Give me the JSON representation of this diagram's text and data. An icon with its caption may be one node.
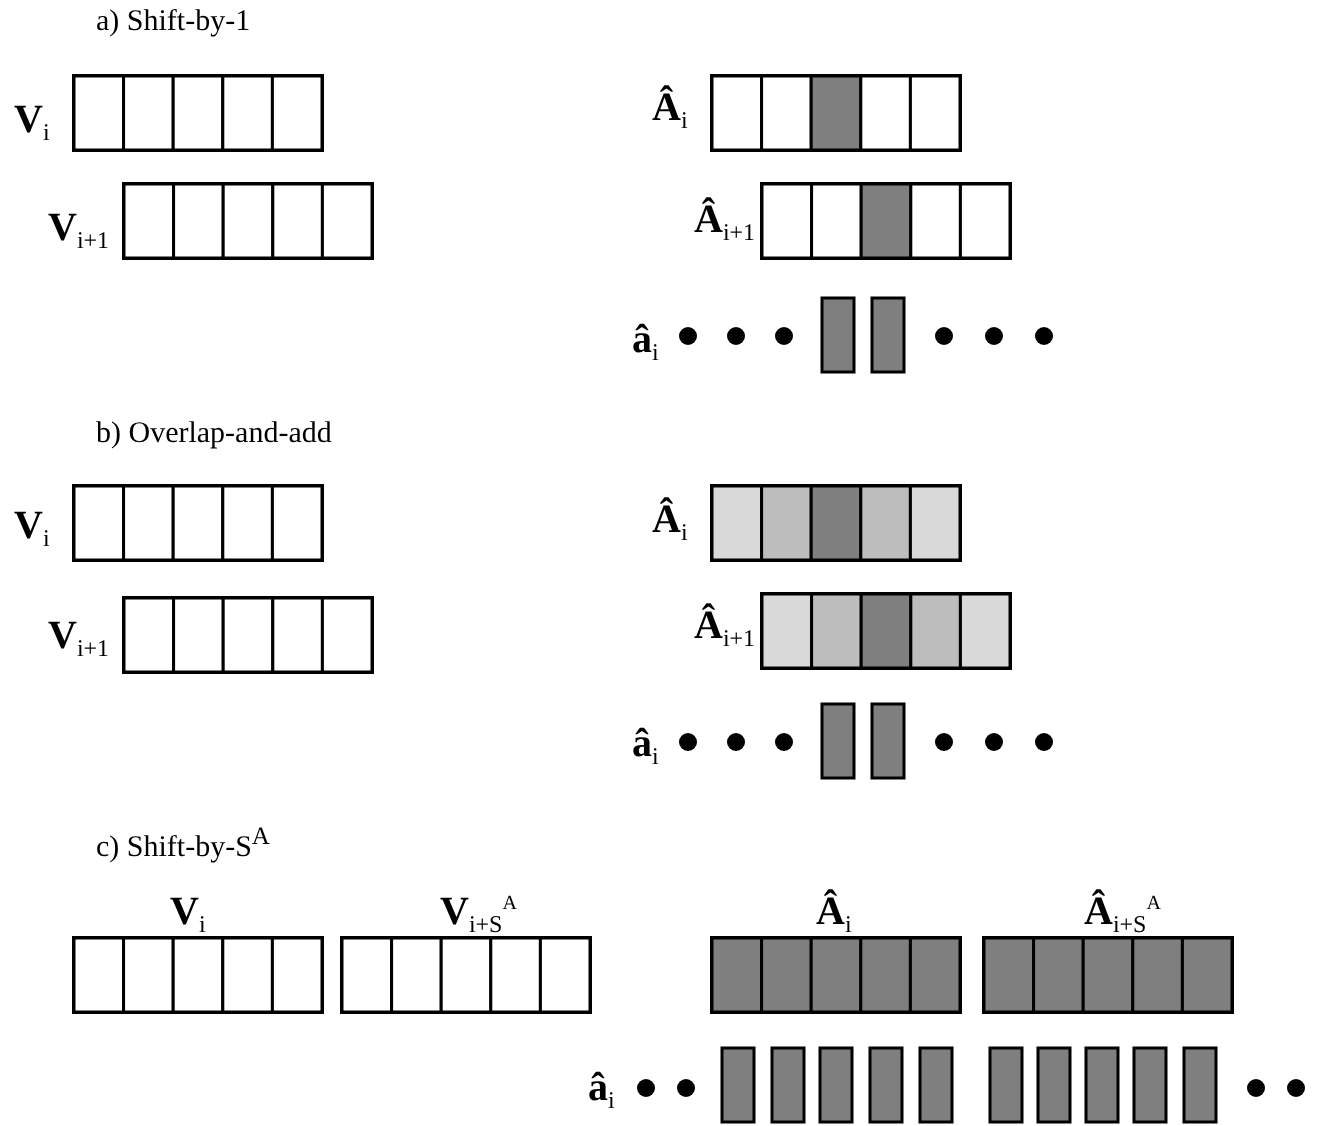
{
  "diagram": {
    "labels": [
      "a) Shift-by-1",
      "**V**$_{i}$",
      "**Â**$_{i}$",
      "**V**$_{i+1}$",
      "**Â**$_{i+1}$",
      "**â**$_{i}$",
      "b) Overlap-and-add",
      "**V**$_{i}$",
      "**Â**$_{i}$",
      "**V**$_{i+1}$",
      "**Â**$_{i+1}$",
      "**â**$_{i}$",
      "c) Shift-by-S$^{A}$",
      "**V**$_{i}$",
      "**V**$_{i+S}$$^{A}$",
      "**Â**$_{i}$",
      "**Â**$_{i+S}$$^{A}$",
      "**â**$_{i}$"
    ]
  }
}
